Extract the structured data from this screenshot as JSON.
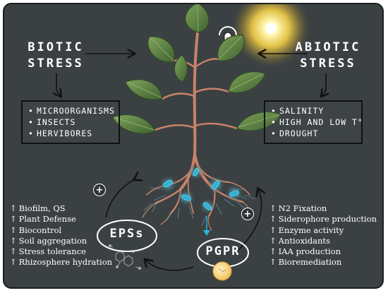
{
  "left": {
    "heading": [
      "BIOTIC",
      "STRESS"
    ],
    "items": [
      "MICROORGANISMS",
      "INSECTS",
      "HERVIBORES"
    ]
  },
  "right": {
    "heading": [
      "ABIOTIC",
      "STRESS"
    ],
    "items": [
      "SALINITY",
      "HIGH AND LOW T°",
      "DROUGHT"
    ]
  },
  "eps": {
    "label": "EPSs",
    "effects": [
      "Biofilm, QS",
      "Plant Defense",
      "Biocontrol",
      "Soil aggregation",
      "Stress tolerance",
      "Rhizosphere hydration"
    ]
  },
  "pgpr": {
    "label": "PGPR",
    "effects": [
      "N2 Fixation",
      "Siderophore production",
      "Enzyme activity",
      "Antioxidants",
      "IAA production",
      "Bioremediation"
    ]
  },
  "plus_symbol": "+",
  "icons": [
    "sun-icon",
    "thermometer-icon",
    "plant-illustration",
    "bacteria-icon",
    "molecule-icon"
  ],
  "colors": {
    "background": "#3b4143",
    "text": "#ffffff",
    "leaf": "#557b3e",
    "root": "#c9826a",
    "bacteria": "#2ab3d6",
    "sun": "#ffe066"
  }
}
